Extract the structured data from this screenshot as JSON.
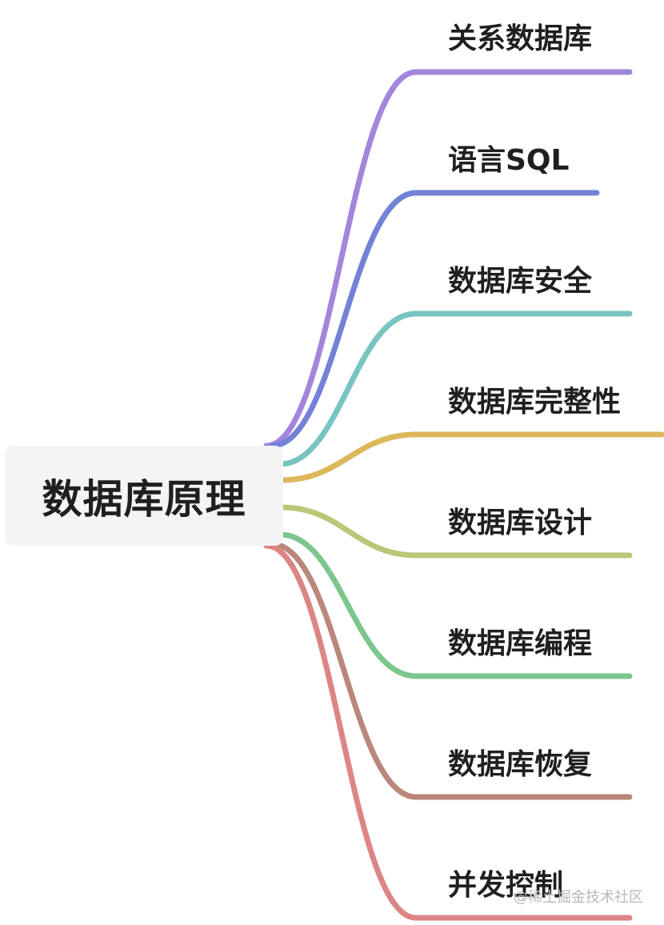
{
  "root": {
    "label": "数据库原理"
  },
  "branches": [
    {
      "label": "关系数据库",
      "color": "#a385db"
    },
    {
      "label": "语言SQL",
      "color": "#7382d6"
    },
    {
      "label": "数据库安全",
      "color": "#78c4c1"
    },
    {
      "label": "数据库完整性",
      "color": "#dcb85b"
    },
    {
      "label": "数据库设计",
      "color": "#b9c777"
    },
    {
      "label": "数据库编程",
      "color": "#7dc68e"
    },
    {
      "label": "数据库恢复",
      "color": "#b9877b"
    },
    {
      "label": "并发控制",
      "color": "#dc8585"
    }
  ],
  "watermark": "@稀土掘金技术社区"
}
